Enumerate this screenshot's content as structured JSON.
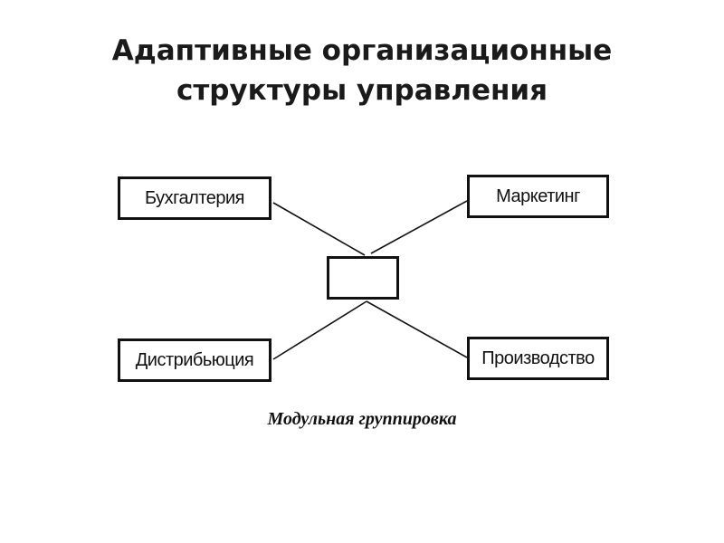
{
  "title": {
    "line1": "Адаптивные организационные",
    "line2": "структуры управления"
  },
  "diagram": {
    "nodes": {
      "top_left": "Бухгалтерия",
      "top_right": "Маркетинг",
      "center": "",
      "bottom_left": "Дистрибьюция",
      "bottom_right": "Производство"
    },
    "caption": "Модульная группировка"
  },
  "colors": {
    "line": "#111111",
    "background": "#ffffff"
  }
}
